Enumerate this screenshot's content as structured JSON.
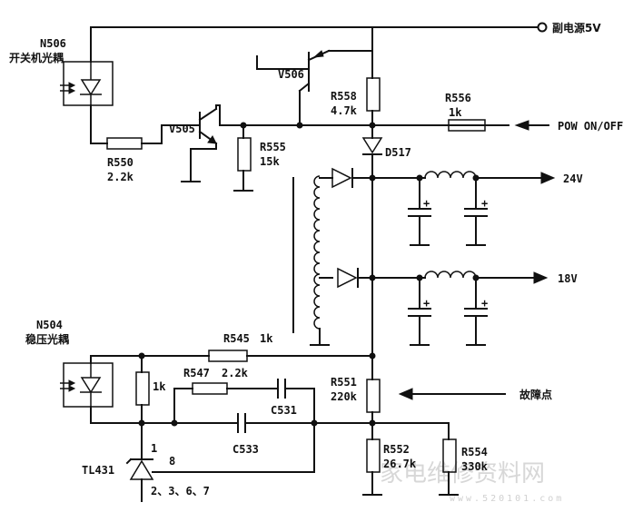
{
  "labels": {
    "aux_supply": "副电源5V",
    "n506_id": "N506",
    "n506_name": "开关机光耦",
    "n504_id": "N504",
    "n504_name": "稳压光耦",
    "v506": "V506",
    "v505": "V505",
    "r558": "R558",
    "r558_val": "4.7k",
    "r556": "R556",
    "r556_val": "1k",
    "pow": "POW ON/OFF",
    "r550": "R550",
    "r550_val": "2.2k",
    "r555": "R555",
    "r555_val": "15k",
    "d517": "D517",
    "out24": "24V",
    "out18": "18V",
    "r545": "R545",
    "r545_val": "1k",
    "r547": "R547",
    "r547_val": "2.2k",
    "r_1k": "1k",
    "c531": "C531",
    "c533": "C533",
    "r551": "R551",
    "r551_val": "220k",
    "fault": "故障点",
    "tl431": "TL431",
    "pin1": "1",
    "pin8": "8",
    "pins": "2、3、6、7",
    "r552": "R552",
    "r552_val": "26.7k",
    "r554": "R554",
    "r554_val": "330k"
  },
  "watermark": {
    "text": "家电维修资料网",
    "url": "www.520101.com"
  }
}
